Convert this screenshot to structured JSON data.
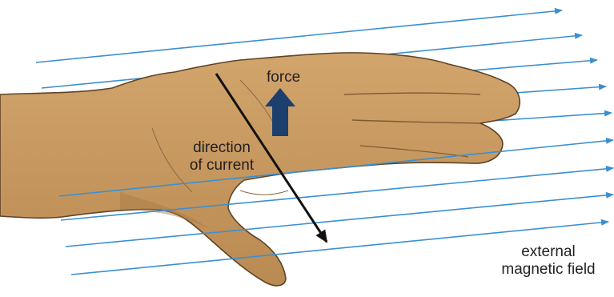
{
  "labels": {
    "force": "force",
    "current_line1": "direction",
    "current_line2": "of current",
    "field_line1": "external",
    "field_line2": "magnetic field"
  },
  "colors": {
    "field_lines": "#3b8fd0",
    "skin": "#c99a62",
    "skin_shadow": "#a97a45",
    "skin_outline": "#5e4326",
    "force_arrow": "#1c3f6e",
    "current_arrow": "#111111",
    "text": "#231f20"
  },
  "icons": {
    "force": "up-arrow",
    "current": "diagonal-arrow",
    "field": "arrow-lines"
  }
}
